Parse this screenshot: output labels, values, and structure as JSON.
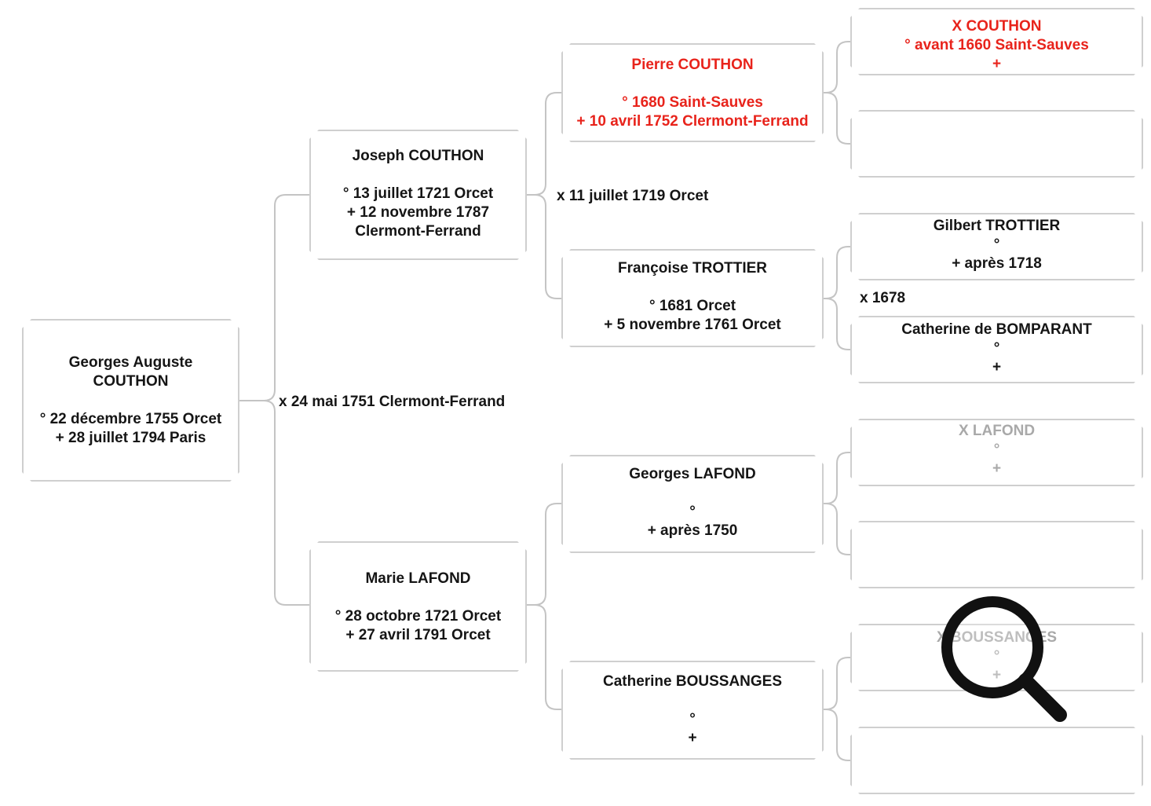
{
  "colors": {
    "text": "#151515",
    "red_text": "#e8231b",
    "grey_text": "#a9a9a9",
    "box_border": "#cfcfcf",
    "connector": "#c4c4c4",
    "zoom_icon": "#111111"
  },
  "people": {
    "georges_auguste": {
      "name_line1": "Georges Auguste",
      "name_line2": "COUTHON",
      "birth": "° 22 décembre 1755 Orcet",
      "death": "+ 28 juillet 1794 Paris"
    },
    "joseph_couthon": {
      "name": "Joseph COUTHON",
      "birth": "° 13 juillet 1721 Orcet",
      "death_line1": "+ 12 novembre 1787",
      "death_line2": "Clermont-Ferrand"
    },
    "marie_lafond": {
      "name": "Marie LAFOND",
      "birth": "° 28 octobre 1721 Orcet",
      "death": "+ 27 avril 1791 Orcet"
    },
    "pierre_couthon": {
      "name": "Pierre COUTHON",
      "birth": "° 1680 Saint-Sauves",
      "death": "+ 10 avril 1752 Clermont-Ferrand"
    },
    "francoise_trottier": {
      "name": "Françoise TROTTIER",
      "birth": "° 1681 Orcet",
      "death": "+ 5 novembre 1761 Orcet"
    },
    "georges_lafond": {
      "name": "Georges LAFOND",
      "birth": "°",
      "death": "+ après 1750"
    },
    "catherine_boussanges": {
      "name": "Catherine BOUSSANGES",
      "birth": "°",
      "death": "+"
    },
    "x_couthon": {
      "name": "X COUTHON",
      "birth": "° avant 1660 Saint-Sauves",
      "death": "+"
    },
    "gilbert_trottier": {
      "name": "Gilbert TROTTIER",
      "birth": "°",
      "death": "+ après 1718"
    },
    "catherine_bomparant": {
      "name": "Catherine de BOMPARANT",
      "birth": "°",
      "death": "+"
    },
    "x_lafond": {
      "name": "X LAFOND",
      "birth": "°",
      "death": "+"
    },
    "x_boussanges": {
      "name": "X BOUSSANGES",
      "birth": "°",
      "death": "+"
    }
  },
  "marriages": {
    "parents": "x 24 mai 1751 Clermont-Ferrand",
    "paternal_grandparents": "x 11 juillet 1719 Orcet",
    "trottier_bomparant": "x 1678"
  },
  "icons": {
    "zoom": "magnifier-icon"
  }
}
